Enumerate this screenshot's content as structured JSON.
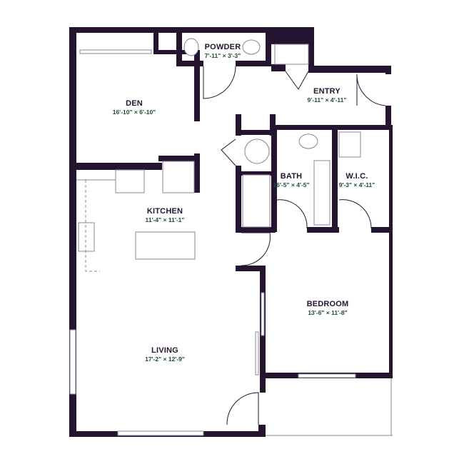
{
  "colors": {
    "wall": "#24142f",
    "fixture": "#8a8496",
    "dimension": "#1f4a32"
  },
  "rooms": [
    {
      "name": "POWDER",
      "dims": "7'-11\" × 3'-3\""
    },
    {
      "name": "ENTRY",
      "dims": "9'-11\" × 4'-11\""
    },
    {
      "name": "DEN",
      "dims": "16'-10\" × 6'-10\""
    },
    {
      "name": "BATH",
      "dims": "16'-5\" × 4'-5\""
    },
    {
      "name": "W.I.C.",
      "dims": "9'-3\" × 4'-11\""
    },
    {
      "name": "KITCHEN",
      "dims": "11'-4\" × 11'-1\""
    },
    {
      "name": "BEDROOM",
      "dims": "13'-6\" × 11'-8\""
    },
    {
      "name": "LIVING",
      "dims": "17'-2\" × 12'-9\""
    }
  ]
}
